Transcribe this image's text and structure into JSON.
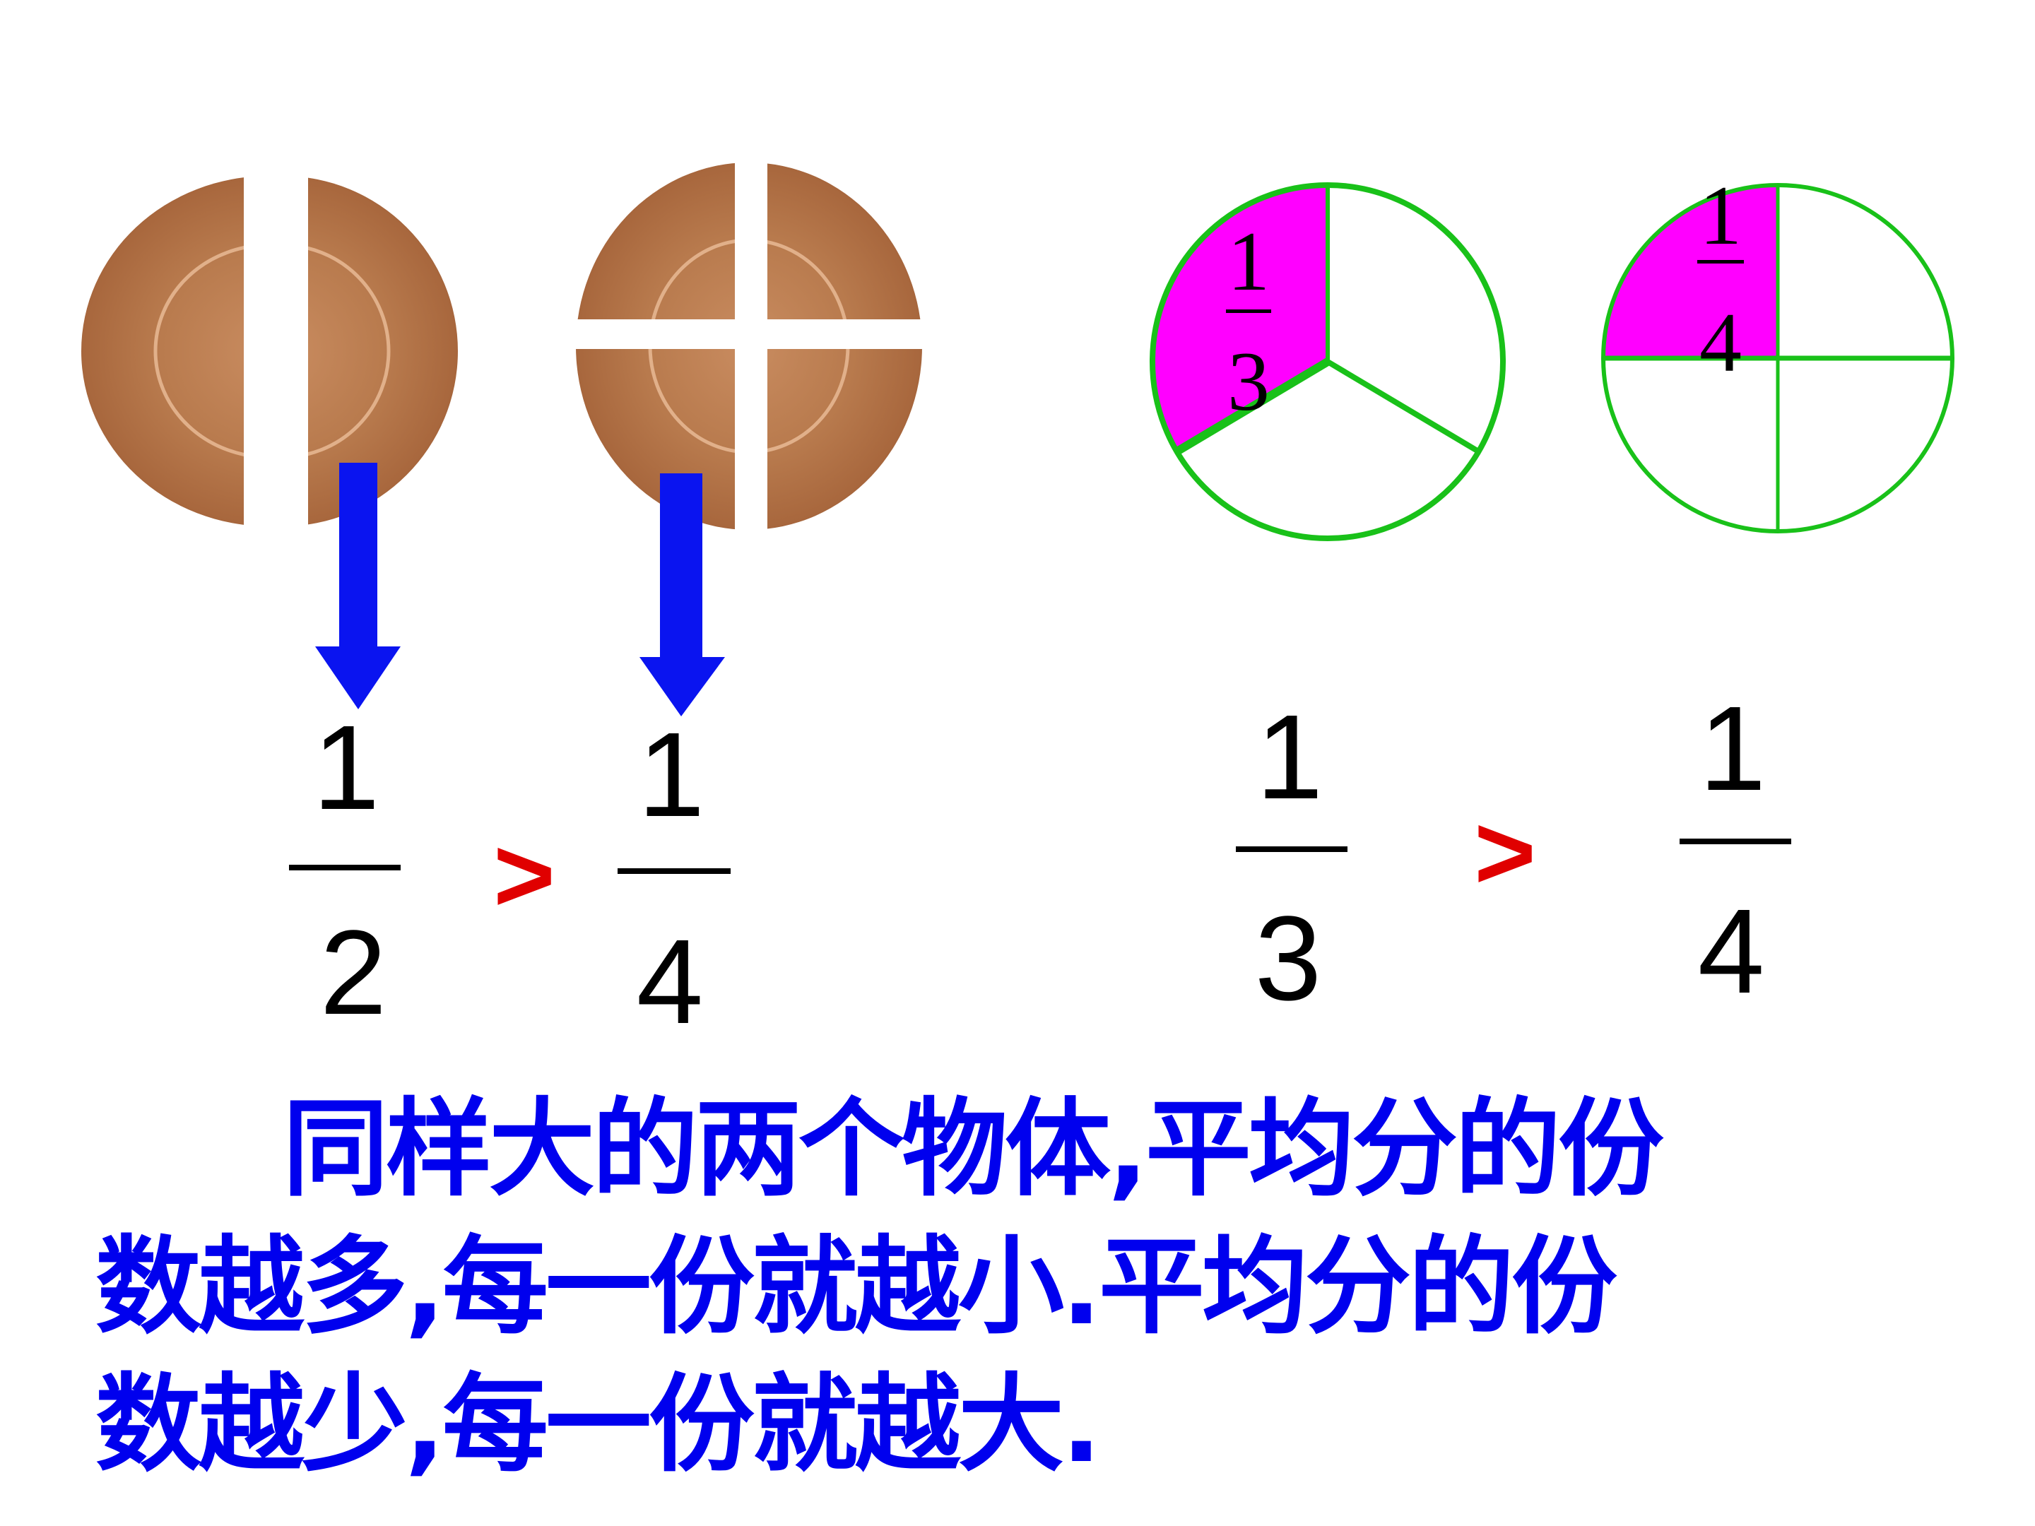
{
  "colors": {
    "arrow": "#0a14f0",
    "comparison": "#e00000",
    "circle_outline": "#19c119",
    "shaded_part": "#ff00ff",
    "text": "#0000ee",
    "cookie": "#b9794d"
  },
  "left_comparison": {
    "first": {
      "numerator": "1",
      "denominator": "2",
      "pieces": 2
    },
    "symbol": ">",
    "second": {
      "numerator": "1",
      "denominator": "4",
      "pieces": 4
    }
  },
  "right_comparison": {
    "circle_thirds_label": {
      "numerator": "1",
      "denominator": "3"
    },
    "circle_quarters_label": {
      "numerator": "1",
      "denominator": "4"
    },
    "first": {
      "numerator": "1",
      "denominator": "3"
    },
    "symbol": ">",
    "second": {
      "numerator": "1",
      "denominator": "4"
    }
  },
  "conclusion": {
    "lines": [
      "同样大的两个物体,平均分的份",
      "数越多,每一份就越小.平均分的份",
      "数越少,每一份就越大."
    ]
  }
}
